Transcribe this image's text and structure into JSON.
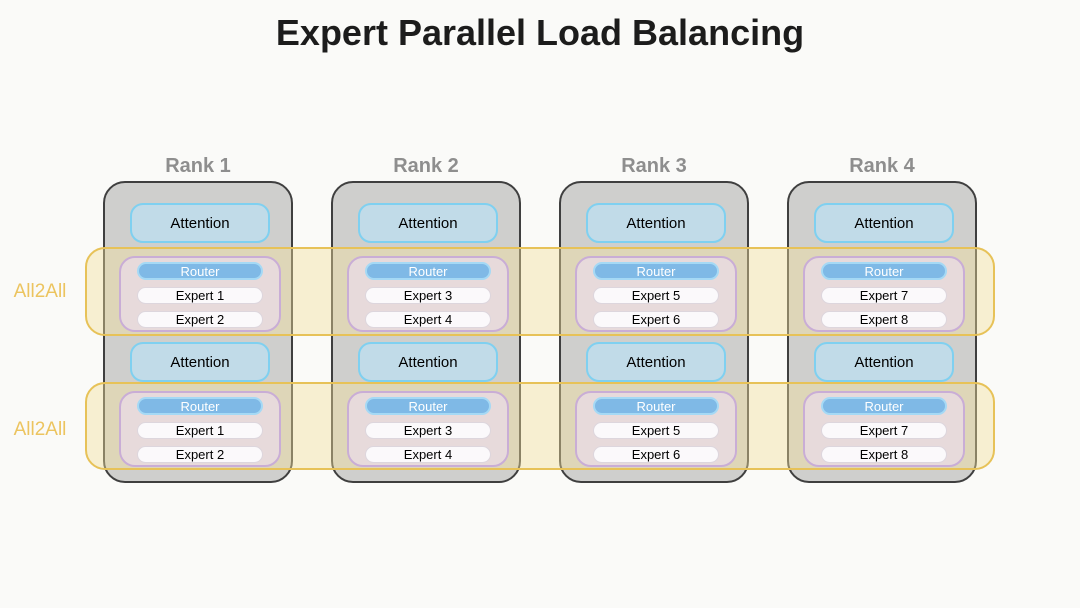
{
  "title": "Expert Parallel Load Balancing",
  "labels": {
    "attention": "Attention",
    "router": "Router",
    "all2all": "All2All"
  },
  "ranks": [
    {
      "label": "Rank 1",
      "experts": [
        "Expert 1",
        "Expert 2"
      ]
    },
    {
      "label": "Rank 2",
      "experts": [
        "Expert 3",
        "Expert 4"
      ]
    },
    {
      "label": "Rank 3",
      "experts": [
        "Expert 5",
        "Expert 6"
      ]
    },
    {
      "label": "Rank 4",
      "experts": [
        "Expert 7",
        "Expert 8"
      ]
    }
  ],
  "colors": {
    "background": "#fafaf8",
    "title_text": "#1c1c1c",
    "rank_fill": "#cfcfcd",
    "rank_border": "#3f3f3f",
    "rank_label_text": "#8e8e8e",
    "attention_fill": "#c1dbe8",
    "attention_border": "#7fd0f0",
    "expert_group_fill": "#eedef8",
    "expert_group_border": "#c9add6",
    "router_fill": "#7fb9e6",
    "router_border": "#a5d9f5",
    "expert_fill": "#fbf9fb",
    "band_fill": "#f3e09b",
    "band_border": "#e7c258",
    "all2all_text": "#ecc45f"
  }
}
